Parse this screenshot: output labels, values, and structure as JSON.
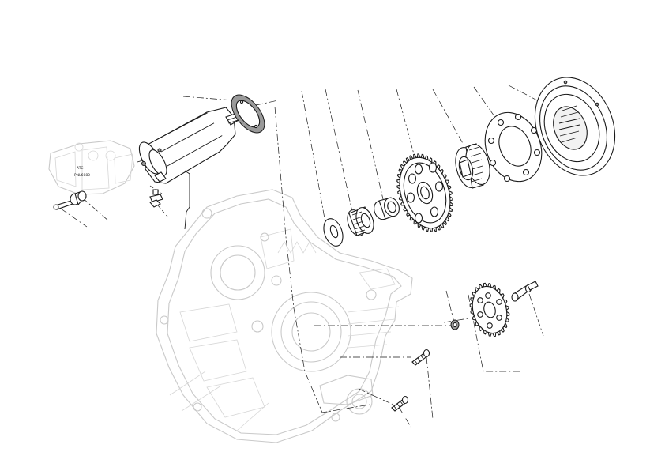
{
  "diagram": {
    "view": "exploded-parts",
    "assembly_labels": [
      "ATC",
      "PNL6080"
    ]
  }
}
